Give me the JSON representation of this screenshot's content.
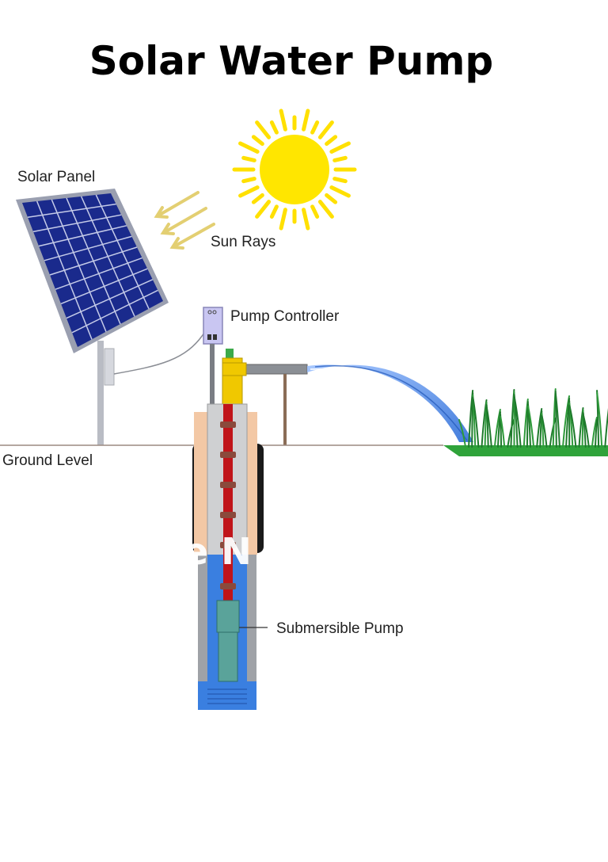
{
  "title": "Solar Water Pump",
  "labels": {
    "solar_panel": "Solar Panel",
    "sun_rays": "Sun Rays",
    "pump_controller": "Pump Controller",
    "ground_level": "Ground Level",
    "submersible_pump": "Submersible Pump"
  },
  "colors": {
    "panel_cell": "#0d1a70",
    "panel_frame": "#9a9fb0",
    "sun": "#ffe600",
    "ray_arrow": "#e3cf72",
    "pipe_red": "#c0141a",
    "pipe_yellow": "#f0c800",
    "water": "#3d7be0",
    "grass": "#2fa33a",
    "controller": "#c9c6f2"
  }
}
